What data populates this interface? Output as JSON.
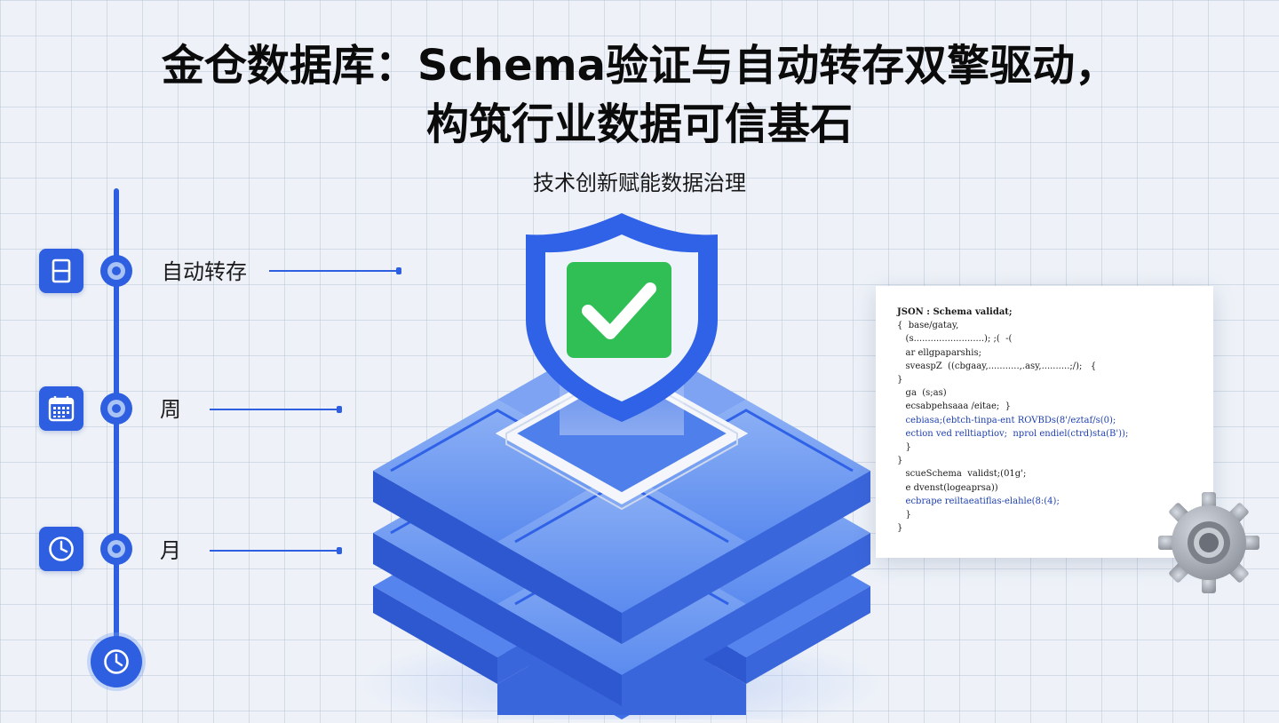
{
  "header": {
    "title_line1": "金仓数据库：Schema验证与自动转存双擎驱动，",
    "title_line2": "构筑行业数据可信基石",
    "subtitle": "技术创新赋能数据治理"
  },
  "timeline": {
    "items": [
      {
        "label": "自动转存",
        "icon": "daily-calendar-icon"
      },
      {
        "label": "周",
        "icon": "calendar-grid-icon"
      },
      {
        "label": "月",
        "icon": "clock-icon"
      }
    ],
    "end_icon": "clock-icon"
  },
  "illustration": {
    "shield_icon": "shield-check-icon",
    "database_icon": "stacked-database-blocks"
  },
  "code_panel": {
    "lines": [
      "JSON : Schema validat;",
      "{  base/gatay,",
      "   (s.........................); ;(  -(",
      "   ar ellgpaparshis;",
      "   sveaspZ  ((cbgaay,...........,.asy,..........;/);   {",
      "}",
      "   ga  (s;as)",
      "   ecsabpehsaaa /eitae;  }",
      "   cebiasa;(ebtch-tinpa-ent ROVBDs(8'/eztaf/s(0);",
      "   ection ved relltiaptiov;  nprol endiel(ctrd)sta(B'));",
      "   }",
      "}",
      "   scueSchema  validst;(01g';",
      "   e dvenst(logeaprsa))",
      "   ecbrape reiltaeatiflas-elahle(8:(4);",
      "   }",
      "}"
    ]
  },
  "colors": {
    "accent": "#2d5fe0",
    "shield_blue": "#2f62e6",
    "check_green": "#2fbf55",
    "background": "#eef2f8"
  }
}
